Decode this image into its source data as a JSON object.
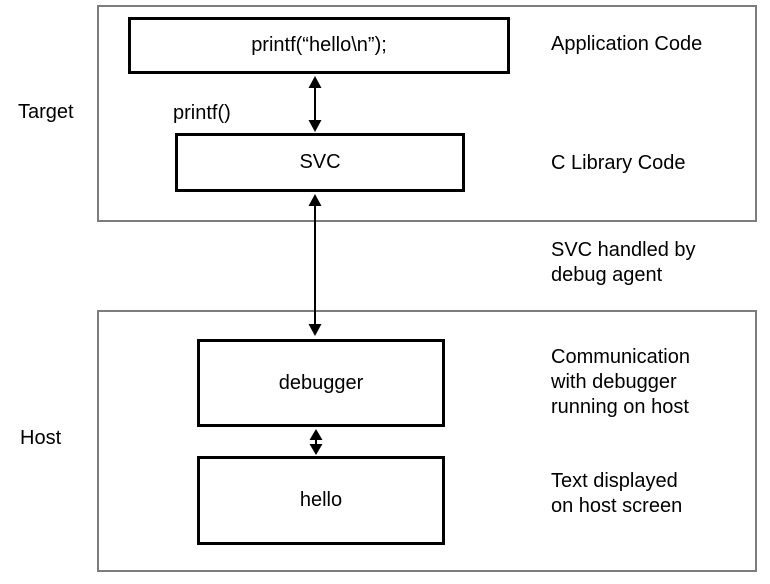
{
  "sections": {
    "target": {
      "label": "Target"
    },
    "host": {
      "label": "Host"
    }
  },
  "boxes": {
    "application": {
      "text": "printf(“hello\\n”);"
    },
    "svc": {
      "text": "SVC"
    },
    "debugger": {
      "text": "debugger"
    },
    "hello": {
      "text": "hello"
    }
  },
  "labels": {
    "printf_call": "printf()"
  },
  "annotations": {
    "application_code": "Application Code",
    "c_library_code": "C Library Code",
    "svc_handled": "SVC handled by\ndebug agent",
    "communication": "Communication\nwith debugger\nrunning on host",
    "text_displayed": "Text displayed\non host screen"
  },
  "colors": {
    "section_border": "#7d7d7d",
    "box_border": "#000000",
    "text": "#000000",
    "background": "#ffffff"
  }
}
